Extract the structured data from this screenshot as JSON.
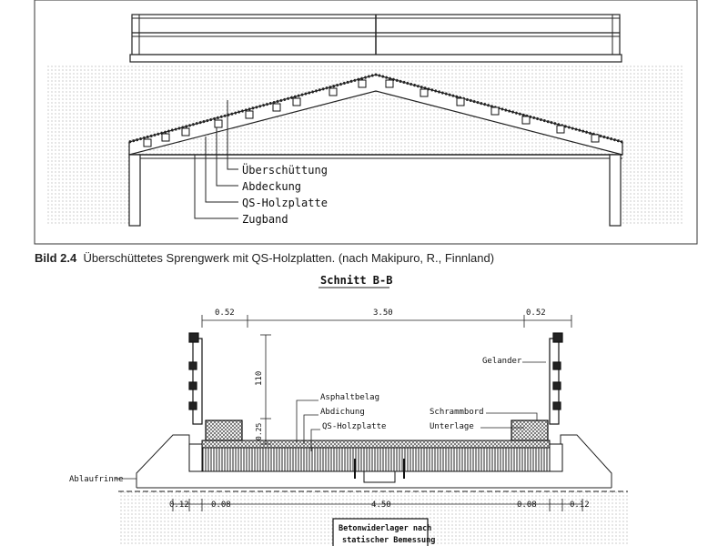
{
  "figure_top": {
    "labels": [
      "Überschüttung",
      "Abdeckung",
      "QS-Holzplatte",
      "Zugband"
    ]
  },
  "caption": {
    "number": "Bild 2.4",
    "text": "Überschüttetes Sprengwerk mit QS-Holzplatten. (nach Makipuro, R., Finnland)"
  },
  "figure_bottom": {
    "title": "Schnitt B-B",
    "dims_top": [
      "0.52",
      "3.50",
      "0.52"
    ],
    "dims_vertical": [
      "110",
      "0.25"
    ],
    "dims_bottom": [
      "0.12",
      "0.08",
      "4.50",
      "0.08",
      "0.12"
    ],
    "labels_center": [
      "Asphaltbelag",
      "Abdichung",
      "QS-Holzplatte"
    ],
    "label_gelander": "Gelander",
    "labels_right": [
      "Schrammbord",
      "Unterlage"
    ],
    "label_ablaufrinne": "Ablaufrinne",
    "box_line1": "Betonwiderlager nach",
    "box_line2": "statischer Bemessung"
  }
}
